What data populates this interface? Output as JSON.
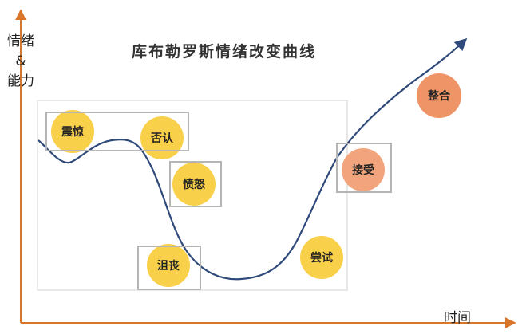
{
  "title": "库布勒罗斯情绪改变曲线",
  "axes": {
    "y_label_line1": "情绪",
    "y_label_line2": "&",
    "y_label_line3": "能力",
    "x_label": "时间"
  },
  "stages": [
    {
      "label": "震惊",
      "color": "#F9D04A"
    },
    {
      "label": "否认",
      "color": "#F9D04A"
    },
    {
      "label": "愤怒",
      "color": "#F9D04A"
    },
    {
      "label": "沮丧",
      "color": "#F9D04A"
    },
    {
      "label": "尝试",
      "color": "#F9D04A"
    },
    {
      "label": "接受",
      "color": "#F2A57C"
    },
    {
      "label": "整合",
      "color": "#EE9466"
    }
  ],
  "colors": {
    "axis": "#D8762B",
    "curve": "#2F4A7A",
    "frame": "#cfcfcf",
    "highlight_box": "#b5b5b5"
  }
}
